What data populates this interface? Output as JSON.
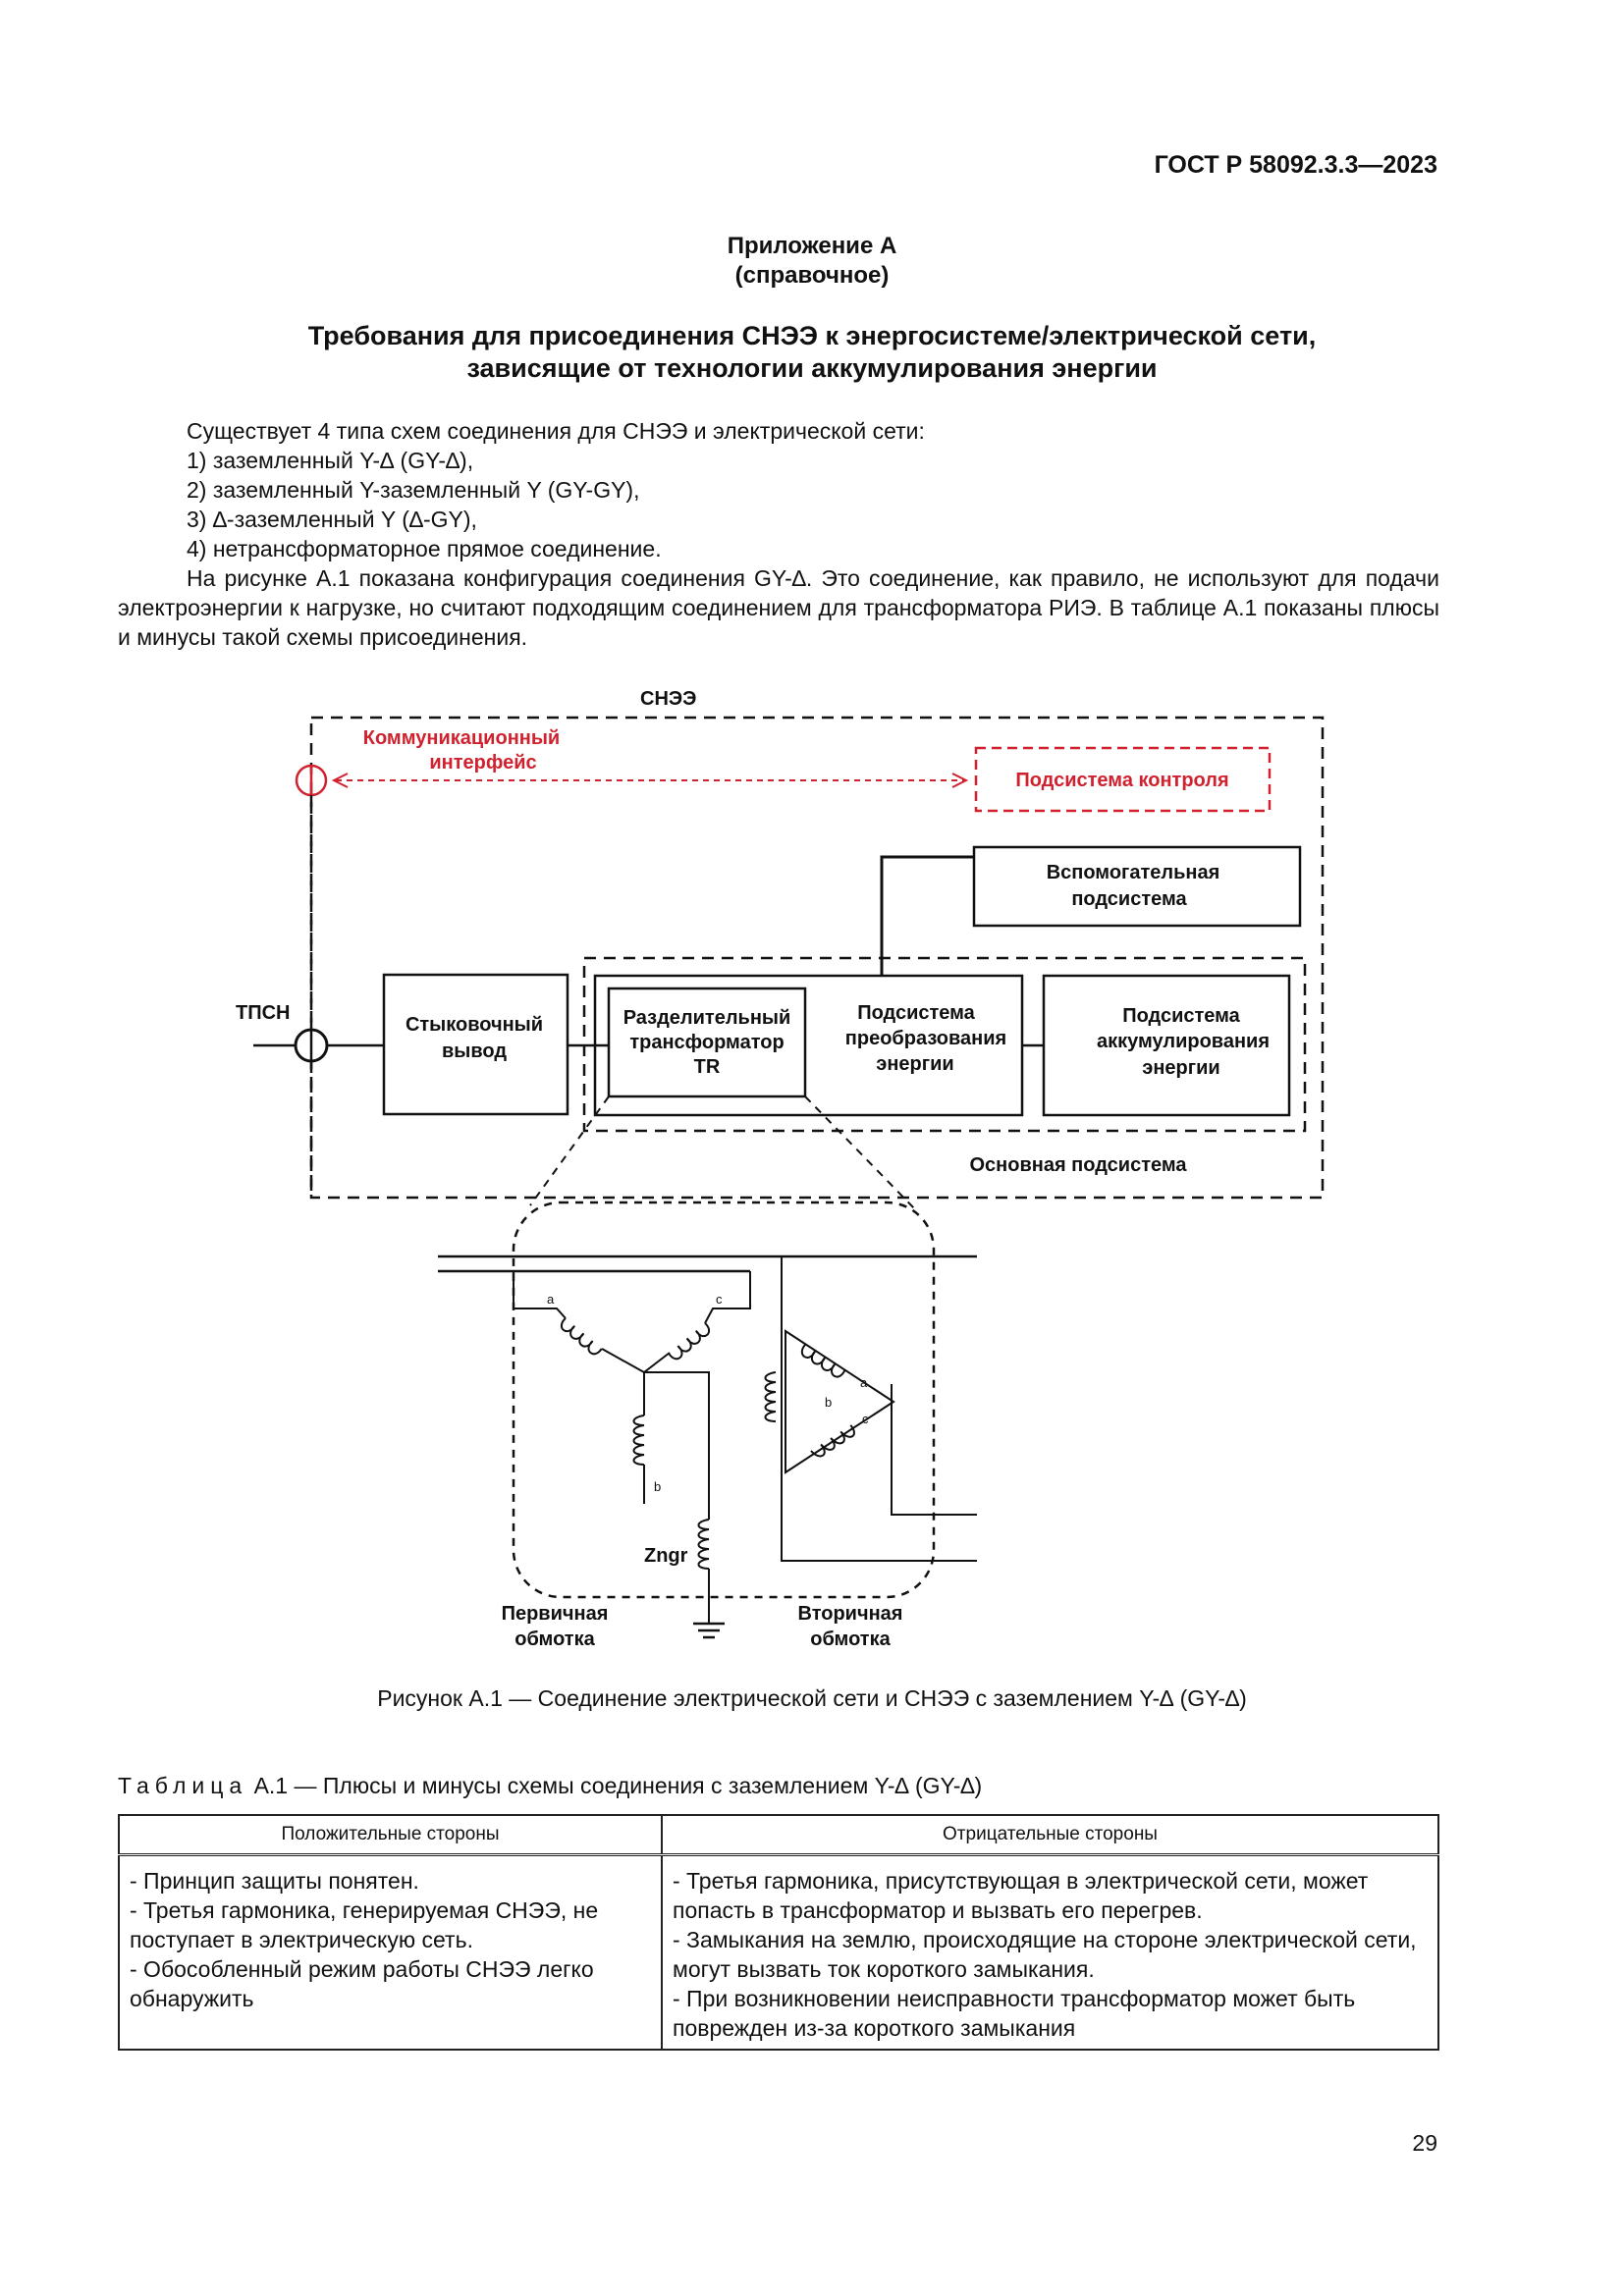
{
  "header": {
    "standard": "ГОСТ Р 58092.3.3—2023"
  },
  "appendix": {
    "title": "Приложение А",
    "note": "(справочное)"
  },
  "section_title": {
    "line1": "Требования для присоединения СНЭЭ к энергосистеме/электрической сети,",
    "line2": "зависящие от технологии аккумулирования энергии"
  },
  "body": {
    "intro": "Существует 4 типа схем соединения для СНЭЭ и электрической сети:",
    "items": [
      "1) заземленный Y-∆ (GY-∆),",
      "2) заземленный Y-заземленный Y (GY-GY),",
      "3) ∆-заземленный Y (∆-GY),",
      "4) нетрансформаторное прямое соединение."
    ],
    "paragraph": "На рисунке А.1 показана конфигурация соединения GY-∆. Это соединение, как правило, не используют для подачи электроэнергии к нагрузке, но считают подходящим соединением для трансформатора РИЭ. В таблице А.1 показаны плюсы и минусы такой схемы присоединения."
  },
  "diagram": {
    "outer_label": "СНЭЭ",
    "comm_interface": "Коммуникационный интерфейс",
    "comm_interface_l1": "Коммуникационный",
    "comm_interface_l2": "интерфейс",
    "control_subsystem": "Подсистема контроля",
    "aux_l1": "Вспомогательная",
    "aux_l2": "подсистема",
    "tpsn": "ТПСН",
    "dock_l1": "Стыковочный",
    "dock_l2": "вывод",
    "tr_l1": "Разделительный",
    "tr_l2": "трансформатор",
    "tr_l3": "TR",
    "conv_l1": "Подсистема",
    "conv_l2": "преобразования",
    "conv_l3": "энергии",
    "stor_l1": "Подсистема",
    "stor_l2": "аккумулирования",
    "stor_l3": "энергии",
    "main_subsystem": "Основная подсистема",
    "winding_a": "a",
    "winding_b": "b",
    "winding_c": "c",
    "zngr": "Zngr",
    "primary_l1": "Первичная",
    "primary_l2": "обмотка",
    "secondary_l1": "Вторичная",
    "secondary_l2": "обмотка",
    "colors": {
      "red": "#d1212e",
      "black": "#111111"
    }
  },
  "figure_caption": "Рисунок А.1 — Соединение электрической сети и СНЭЭ с заземлением Y-∆ (GY-∆)",
  "table": {
    "caption_label": "Таблица",
    "caption_text": "А.1 — Плюсы и минусы схемы соединения с заземлением Y-∆ (GY-∆)",
    "headers": [
      "Положительные стороны",
      "Отрицательные стороны"
    ],
    "positive": [
      "- Принцип защиты понятен.",
      "- Третья гармоника, генерируемая СНЭЭ, не поступает в электрическую сеть.",
      "- Обособленный режим работы СНЭЭ легко обнаружить"
    ],
    "negative": [
      "- Третья гармоника, присутствующая в электрической сети, может попасть в трансформатор и вызвать его перегрев.",
      "- Замыкания на землю, происходящие на стороне электрической сети, могут вызвать ток короткого замыкания.",
      "- При возникновении неисправности трансформатор может быть поврежден из-за короткого замыкания"
    ]
  },
  "page_number": "29"
}
